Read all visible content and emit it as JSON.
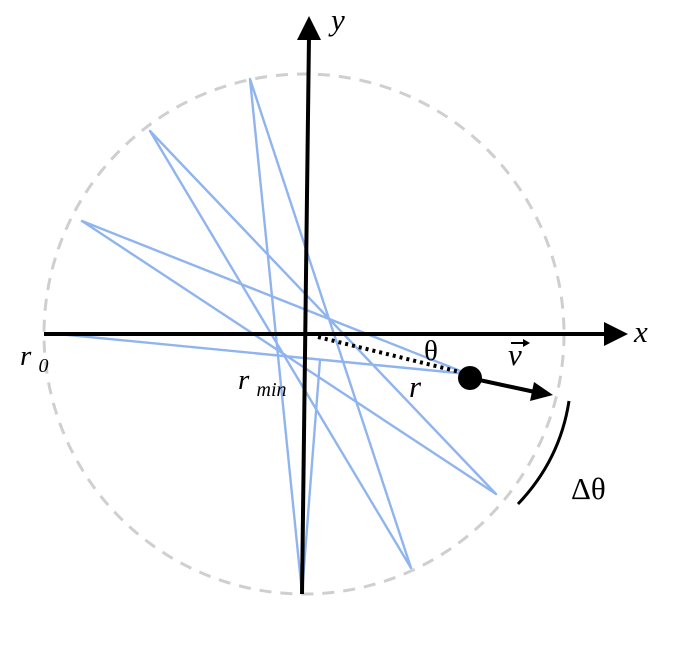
{
  "diagram": {
    "labels": {
      "y_axis": "y",
      "x_axis": "x",
      "r0": "r",
      "r0_sub": "0",
      "rmin": "r",
      "rmin_sub": "min",
      "theta": "θ",
      "velocity": "v",
      "radius": "r",
      "delta_theta": "Δθ"
    },
    "colors": {
      "axis": "#000000",
      "trajectory": "#8fb4ee",
      "boundary": "#cfcfcf",
      "particle": "#000000",
      "dotted": "#000000"
    }
  }
}
